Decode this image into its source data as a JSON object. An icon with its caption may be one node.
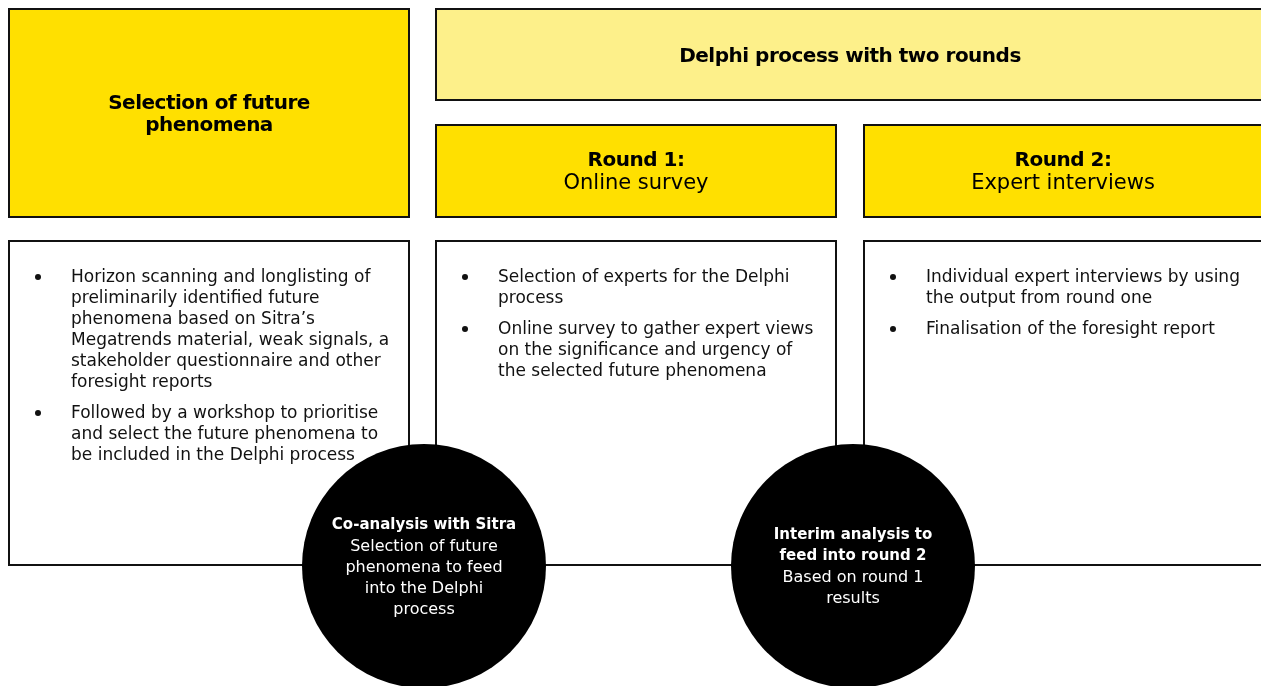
{
  "diagram": {
    "nodes": [
      {
        "text": [
          "Selection of future phenomena"
        ]
      },
      {
        "text": [
          "Delphi process with two rounds"
        ]
      },
      {
        "text": [
          "Round 1:",
          "Online survey"
        ]
      },
      {
        "text": [
          "Round 2:",
          "Expert interviews"
        ]
      },
      {
        "text": [
          "Horizon scanning and longlisting of preliminarily identified future phenomena based on Sitra’s Megatrends material, weak signals, a stakeholder questionnaire and other foresight reports",
          "Followed by a workshop to prioritise and select the future phenomena to be included in the Delphi process"
        ]
      },
      {
        "text": [
          "Selection of experts for the Delphi process",
          "Online survey to gather expert views on the significance and urgency of the selected future phenomena"
        ]
      },
      {
        "text": [
          "Individual expert interviews by using the output from round one",
          "Finalisation of the foresight report"
        ]
      },
      {
        "text": [
          "Co-analysis with Sitra",
          "Selection of future phenomena to feed into the Delphi process"
        ]
      },
      {
        "text": [
          "Interim analysis to feed into round 2",
          "Based on round 1 results"
        ]
      }
    ]
  }
}
